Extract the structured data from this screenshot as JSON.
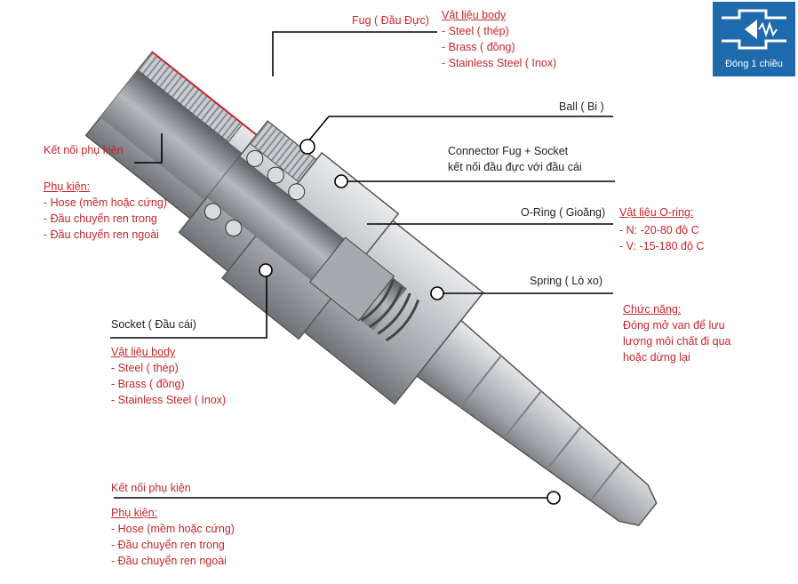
{
  "logo": {
    "caption": "Đóng 1 chiều"
  },
  "labels": {
    "fug": "Fug ( Đầu Đực)",
    "body_title_top": "Vật liệu body",
    "ball": "Ball ( Bi )",
    "connector_line1": "Connector Fug + Socket",
    "connector_line2": "kết nối đầu đực với đầu cái",
    "oring": "O-Ring ( Gioăng)",
    "oring_material_title": "Vật liệu O-ring:",
    "spring": "Spring ( Lò xo)",
    "function_title": "Chức năng:",
    "socket": "Socket ( Đầu cái)",
    "body_title_bottom": "Vật liệu body",
    "connect_top": "Kết nối phụ kiện",
    "accessories_title_top": "Phụ kiện:",
    "connect_bottom": "Kết nối phụ kiện",
    "accessories_title_bottom": "Phụ kiện:"
  },
  "body_materials_top": [
    "- Steel ( thép)",
    "- Brass ( đồng)",
    "- Stainless Steel ( Inox)"
  ],
  "body_materials_bottom": [
    "- Steel ( thép)",
    "- Brass ( đồng)",
    "- Stainless Steel ( Inox)"
  ],
  "oring_materials": [
    "- N: -20-80 độ C",
    "- V: -15-180 độ C"
  ],
  "function_text": [
    "Đóng mở van để lưu",
    "lượng môi chất đi qua",
    "hoặc dừng lại"
  ],
  "accessories_top": [
    "- Hose (mềm hoặc cứng)",
    "- Đầu chuyển ren trong",
    "- Đầu chuyển ren ngoài"
  ],
  "accessories_bottom": [
    "- Hose (mềm hoặc cứng)",
    "- Đầu chuyển ren trong",
    "- Đầu chuyển ren ngoài"
  ],
  "colors": {
    "label_dark": "#222222",
    "label_red": "#c8262c",
    "logo_bg": "#1f6aad",
    "metal": "#b9bcc0",
    "metal_dark": "#7d8186"
  }
}
